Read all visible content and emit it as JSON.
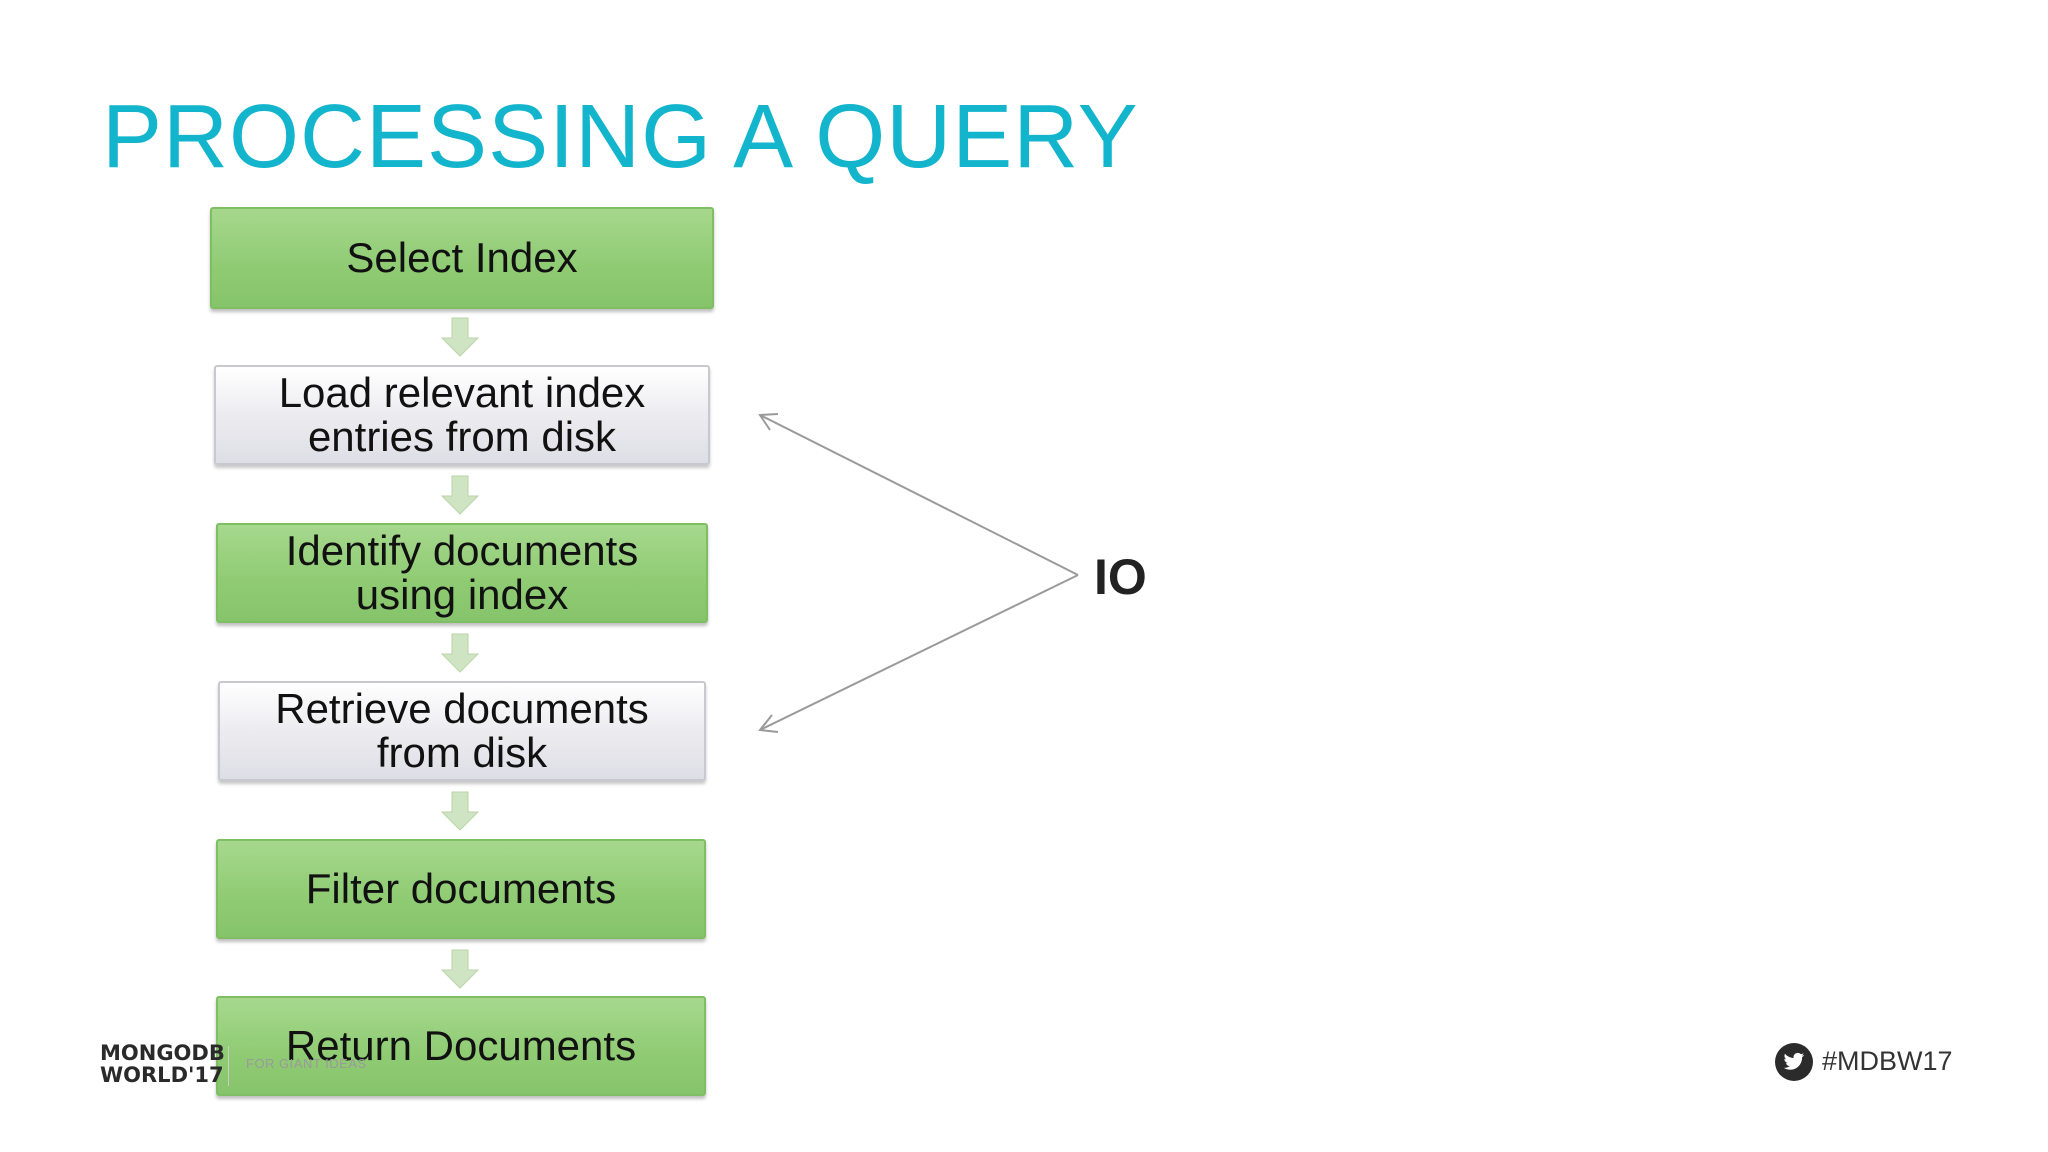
{
  "title": "PROCESSING A QUERY",
  "steps": [
    {
      "label": "Select Index",
      "style": "green"
    },
    {
      "label": "Load relevant index\nentries from disk",
      "style": "gray"
    },
    {
      "label": "Identify documents\nusing index",
      "style": "green"
    },
    {
      "label": "Retrieve documents\nfrom disk",
      "style": "gray"
    },
    {
      "label": "Filter documents",
      "style": "green"
    },
    {
      "label": "Return Documents",
      "style": "green"
    }
  ],
  "io_label": "IO",
  "footer": {
    "logo_line1": "MONGODB",
    "logo_line2": "WORLD'17",
    "tagline": "FOR GIANT IDEAS",
    "hashtag": "#MDBW17"
  },
  "colors": {
    "title": "#13b5cc",
    "green": "#8fcb73",
    "gray": "#e6e6ec"
  }
}
